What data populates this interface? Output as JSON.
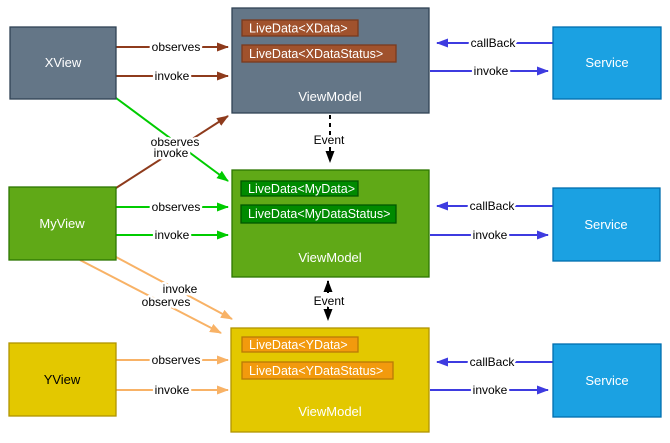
{
  "palette": {
    "slate_fill": "#647687",
    "slate_stroke": "#314354",
    "sienna_badge_fill": "#a0522d",
    "green_box_fill": "#60a917",
    "green_box_stroke": "#2d7600",
    "dark_green_badge_fill": "#008a00",
    "yellow_fill": "#e3c800",
    "yellow_stroke": "#b09500",
    "orange_badge_fill": "#f29a0d",
    "service_blue_fill": "#1ba1e2",
    "arrow_brown": "#8e3b1c",
    "arrow_green": "#00cc00",
    "arrow_orange": "#f8b266",
    "arrow_blue": "#3e3be0",
    "arrow_event": "#000000"
  },
  "nodes": {
    "xview": {
      "label": "XView"
    },
    "myview": {
      "label": "MyView"
    },
    "yview": {
      "label": "YView"
    },
    "x_viewmodel": {
      "label": "ViewModel",
      "livedata": "LiveData<XData>",
      "livedata_status": "LiveData<XDataStatus>"
    },
    "my_viewmodel": {
      "label": "ViewModel",
      "livedata": "LiveData<MyData>",
      "livedata_status": "LiveData<MyDataStatus>"
    },
    "y_viewmodel": {
      "label": "ViewModel",
      "livedata": "LiveData<YData>",
      "livedata_status": "LiveData<YDataStatus>"
    },
    "x_service": {
      "label": "Service"
    },
    "my_service": {
      "label": "Service"
    },
    "y_service": {
      "label": "Service"
    }
  },
  "edge_labels": {
    "observes": "observes",
    "invoke": "invoke",
    "callback": "callBack",
    "event": "Event"
  }
}
